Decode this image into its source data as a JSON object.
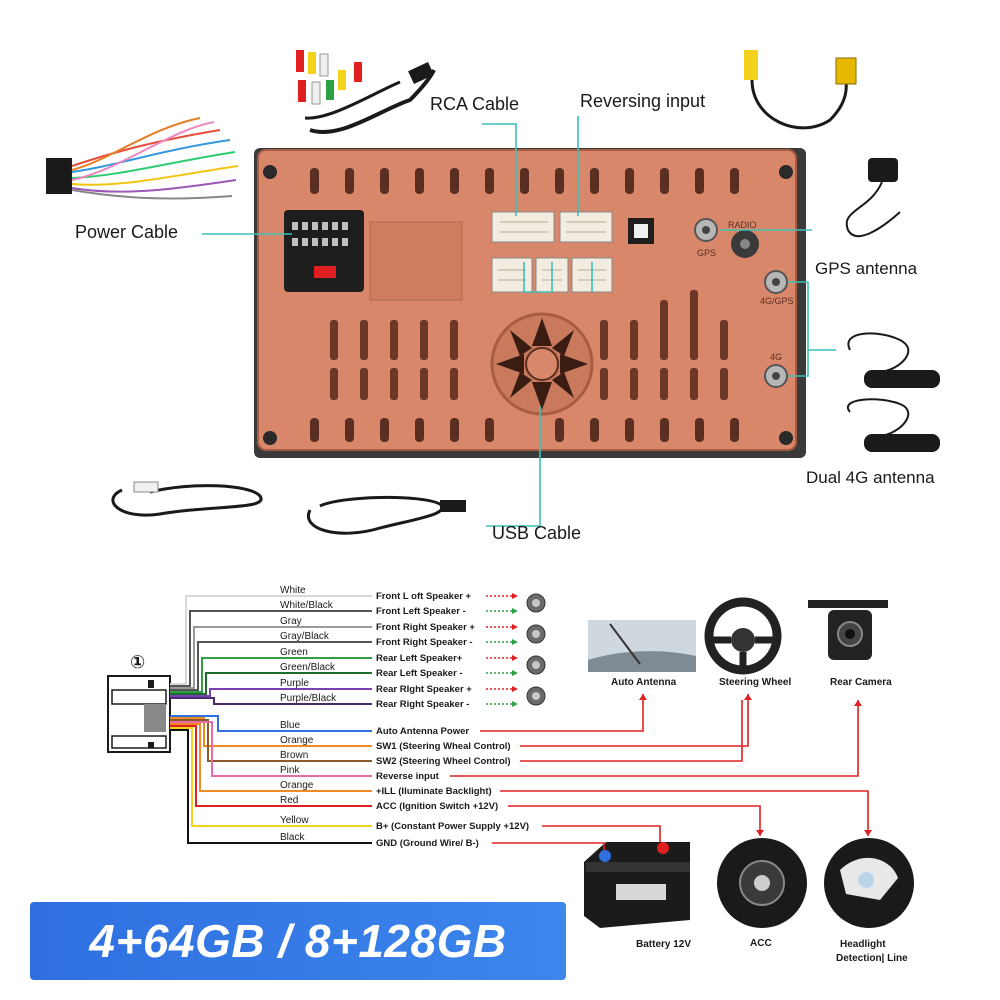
{
  "callouts": {
    "rca": "RCA Cable",
    "reversing": "Reversing input",
    "power": "Power Cable",
    "gps": "GPS antenna",
    "dual4g": "Dual 4G antenna",
    "usb": "USB Cable"
  },
  "port_marks": {
    "radio": "RADIO",
    "gps": "GPS",
    "gps4g": "4G/GPS",
    "fourg": "4G"
  },
  "connector_number": "①",
  "wires": [
    {
      "color": "White",
      "function": "Front L oft Speaker +",
      "hex": "#d8d8d8"
    },
    {
      "color": "White/Black",
      "function": "Front Left Speaker -",
      "hex": "#555555"
    },
    {
      "color": "Gray",
      "function": "Front Right Speaker +",
      "hex": "#9a9a9a"
    },
    {
      "color": "Gray/Black",
      "function": "Front Right Speaker -",
      "hex": "#555555"
    },
    {
      "color": "Green",
      "function": "Rear Left Speaker+",
      "hex": "#2ea043"
    },
    {
      "color": "Green/Black",
      "function": "Rear Left Speaker -",
      "hex": "#1f6b2e"
    },
    {
      "color": "Purple",
      "function": "Rear RIght Speaker +",
      "hex": "#7a3fb0"
    },
    {
      "color": "Purple/Black",
      "function": "Rear Right Speaker -",
      "hex": "#4a2a6a"
    },
    {
      "color": "Blue",
      "function": "Auto Antenna Power",
      "hex": "#2f6fe0"
    },
    {
      "color": "Orange",
      "function": "SW1 (Steering Wheal Control)",
      "hex": "#f08a24"
    },
    {
      "color": "Brown",
      "function": "SW2 (Steering Wheel Control)",
      "hex": "#8a5a2b"
    },
    {
      "color": "Pink",
      "function": "Reverse input",
      "hex": "#e86aa8"
    },
    {
      "color": "Orange",
      "function": "+ILL (Iluminate Backlight)",
      "hex": "#f08a24"
    },
    {
      "color": "Red",
      "function": "ACC (Ignition Switch +12V)",
      "hex": "#e02020"
    },
    {
      "color": "Yellow",
      "function": "B+ (Constant Power Supply +12V)",
      "hex": "#f2d21b"
    },
    {
      "color": "Black",
      "function": "GND (Ground Wire/ B-)",
      "hex": "#111111"
    }
  ],
  "devices": {
    "auto_antenna": "Auto Antenna",
    "steering_wheel": "Steering Wheel",
    "rear_camera": "Rear Camera",
    "battery": "Battery 12V",
    "acc": "ACC",
    "headlight_1": "Headlight",
    "headlight_2": "Detection| Line"
  },
  "badge_text": "4+64GB / 8+128GB",
  "colors": {
    "housing": "#d9876a",
    "housing_dark": "#b86a4e",
    "leader": "#3cc0b8",
    "wire_red": "#e02020"
  }
}
